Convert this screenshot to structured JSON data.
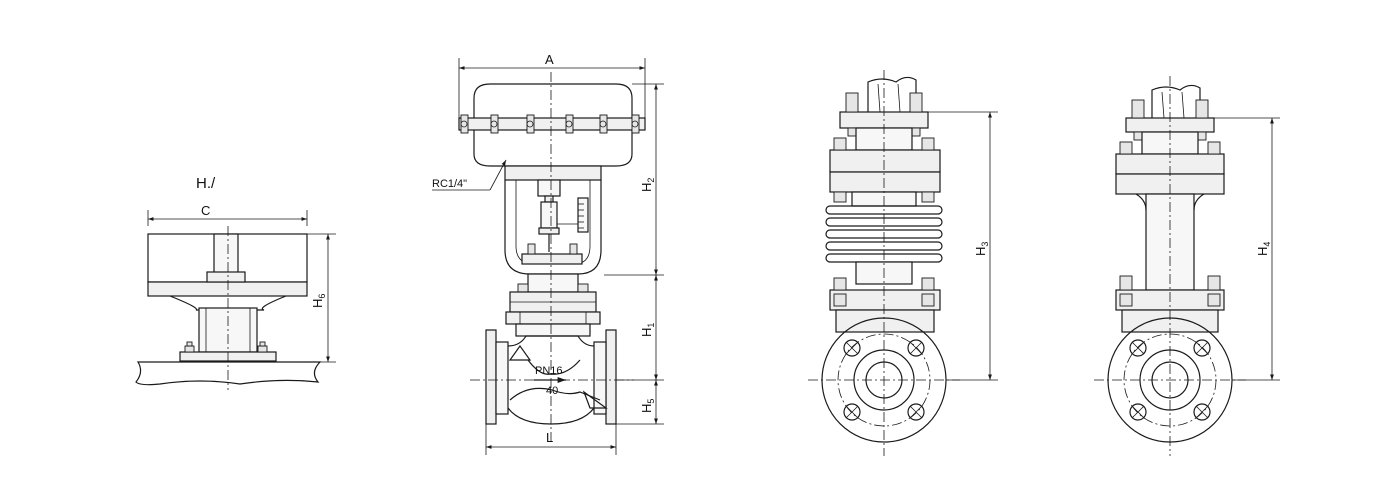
{
  "views": {
    "handwheel_view": {
      "title": "H./",
      "dimension_c": "C",
      "dimension_h6_main": "H",
      "dimension_h6_sub": "6"
    },
    "front_view": {
      "dimension_a": "A",
      "port_label": "RC1/4\"",
      "dimension_h2_main": "H",
      "dimension_h2_sub": "2",
      "dimension_h1_main": "H",
      "dimension_h1_sub": "1",
      "dimension_h5_main": "H",
      "dimension_h5_sub": "5",
      "dimension_l": "L",
      "pressure_label": "PN16",
      "size_label": "40"
    },
    "bellows_side_view": {
      "dimension_h3_main": "H",
      "dimension_h3_sub": "3"
    },
    "extension_side_view": {
      "dimension_h4_main": "H",
      "dimension_h4_sub": "4"
    }
  }
}
